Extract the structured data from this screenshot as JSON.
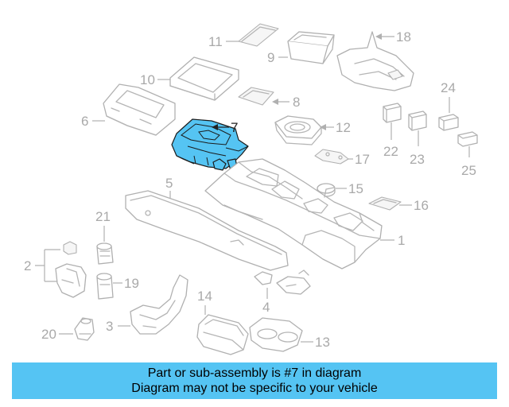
{
  "callouts": [
    "1",
    "2",
    "3",
    "4",
    "5",
    "6",
    "7",
    "8",
    "9",
    "10",
    "11",
    "12",
    "13",
    "14",
    "15",
    "16",
    "17",
    "18",
    "19",
    "20",
    "21",
    "22",
    "23",
    "24",
    "25"
  ],
  "highlighted_callout": "7",
  "colors": {
    "highlight": "#55c4f3",
    "line": "#b0b0b0",
    "text_dim": "#a9a9a9",
    "text_highlight": "#222222"
  },
  "banner": {
    "line1": "Part or sub-assembly is #7 in diagram",
    "line2": "Diagram may not be specific to your vehicle"
  }
}
